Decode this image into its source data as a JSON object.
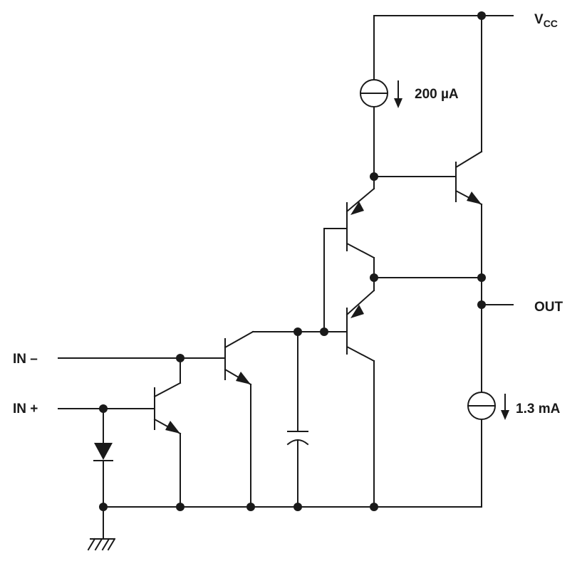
{
  "labels": {
    "vcc_main": "V",
    "vcc_sub": "CC",
    "out": "OUT",
    "in_minus": "IN –",
    "in_plus": "IN +",
    "source_top": "200 µA",
    "source_bottom": "1.3 mA"
  },
  "colors": {
    "ink": "#1a1a1a",
    "background": "#ffffff"
  },
  "icons": [
    "current-source-icon",
    "npn-transistor-icon",
    "pnp-transistor-icon",
    "diode-icon",
    "capacitor-icon",
    "ground-icon"
  ]
}
